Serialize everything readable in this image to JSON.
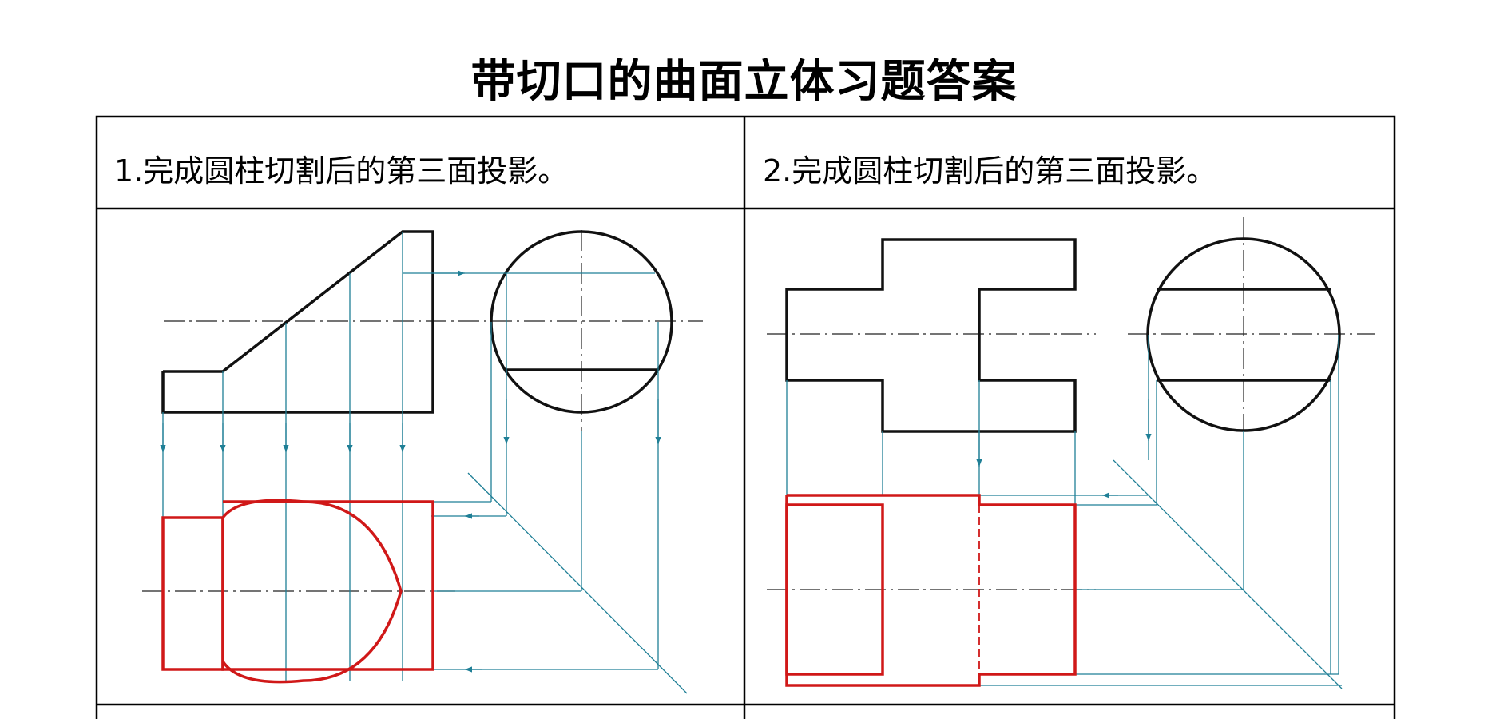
{
  "title": "带切口的曲面立体习题答案",
  "problems": [
    {
      "label": "1.完成圆柱切割后的第三面投影。"
    },
    {
      "label": "2.完成圆柱切割后的第三面投影。"
    }
  ],
  "colors": {
    "object_outline": "#111111",
    "answer_outline": "#d01818",
    "projection_lines": "#1f7f96",
    "table_border": "#000000"
  }
}
